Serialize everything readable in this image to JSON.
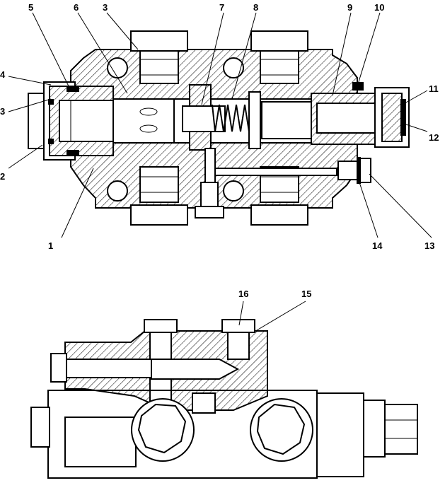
{
  "labels": {
    "l1": "1",
    "l2": "2",
    "l3a": "3",
    "l3b": "3",
    "l4": "4",
    "l5": "5",
    "l6": "6",
    "l7": "7",
    "l8": "8",
    "l9": "9",
    "l10": "10",
    "l11": "11",
    "l12": "12",
    "l13": "13",
    "l14": "14",
    "l15": "15",
    "l16": "16"
  }
}
